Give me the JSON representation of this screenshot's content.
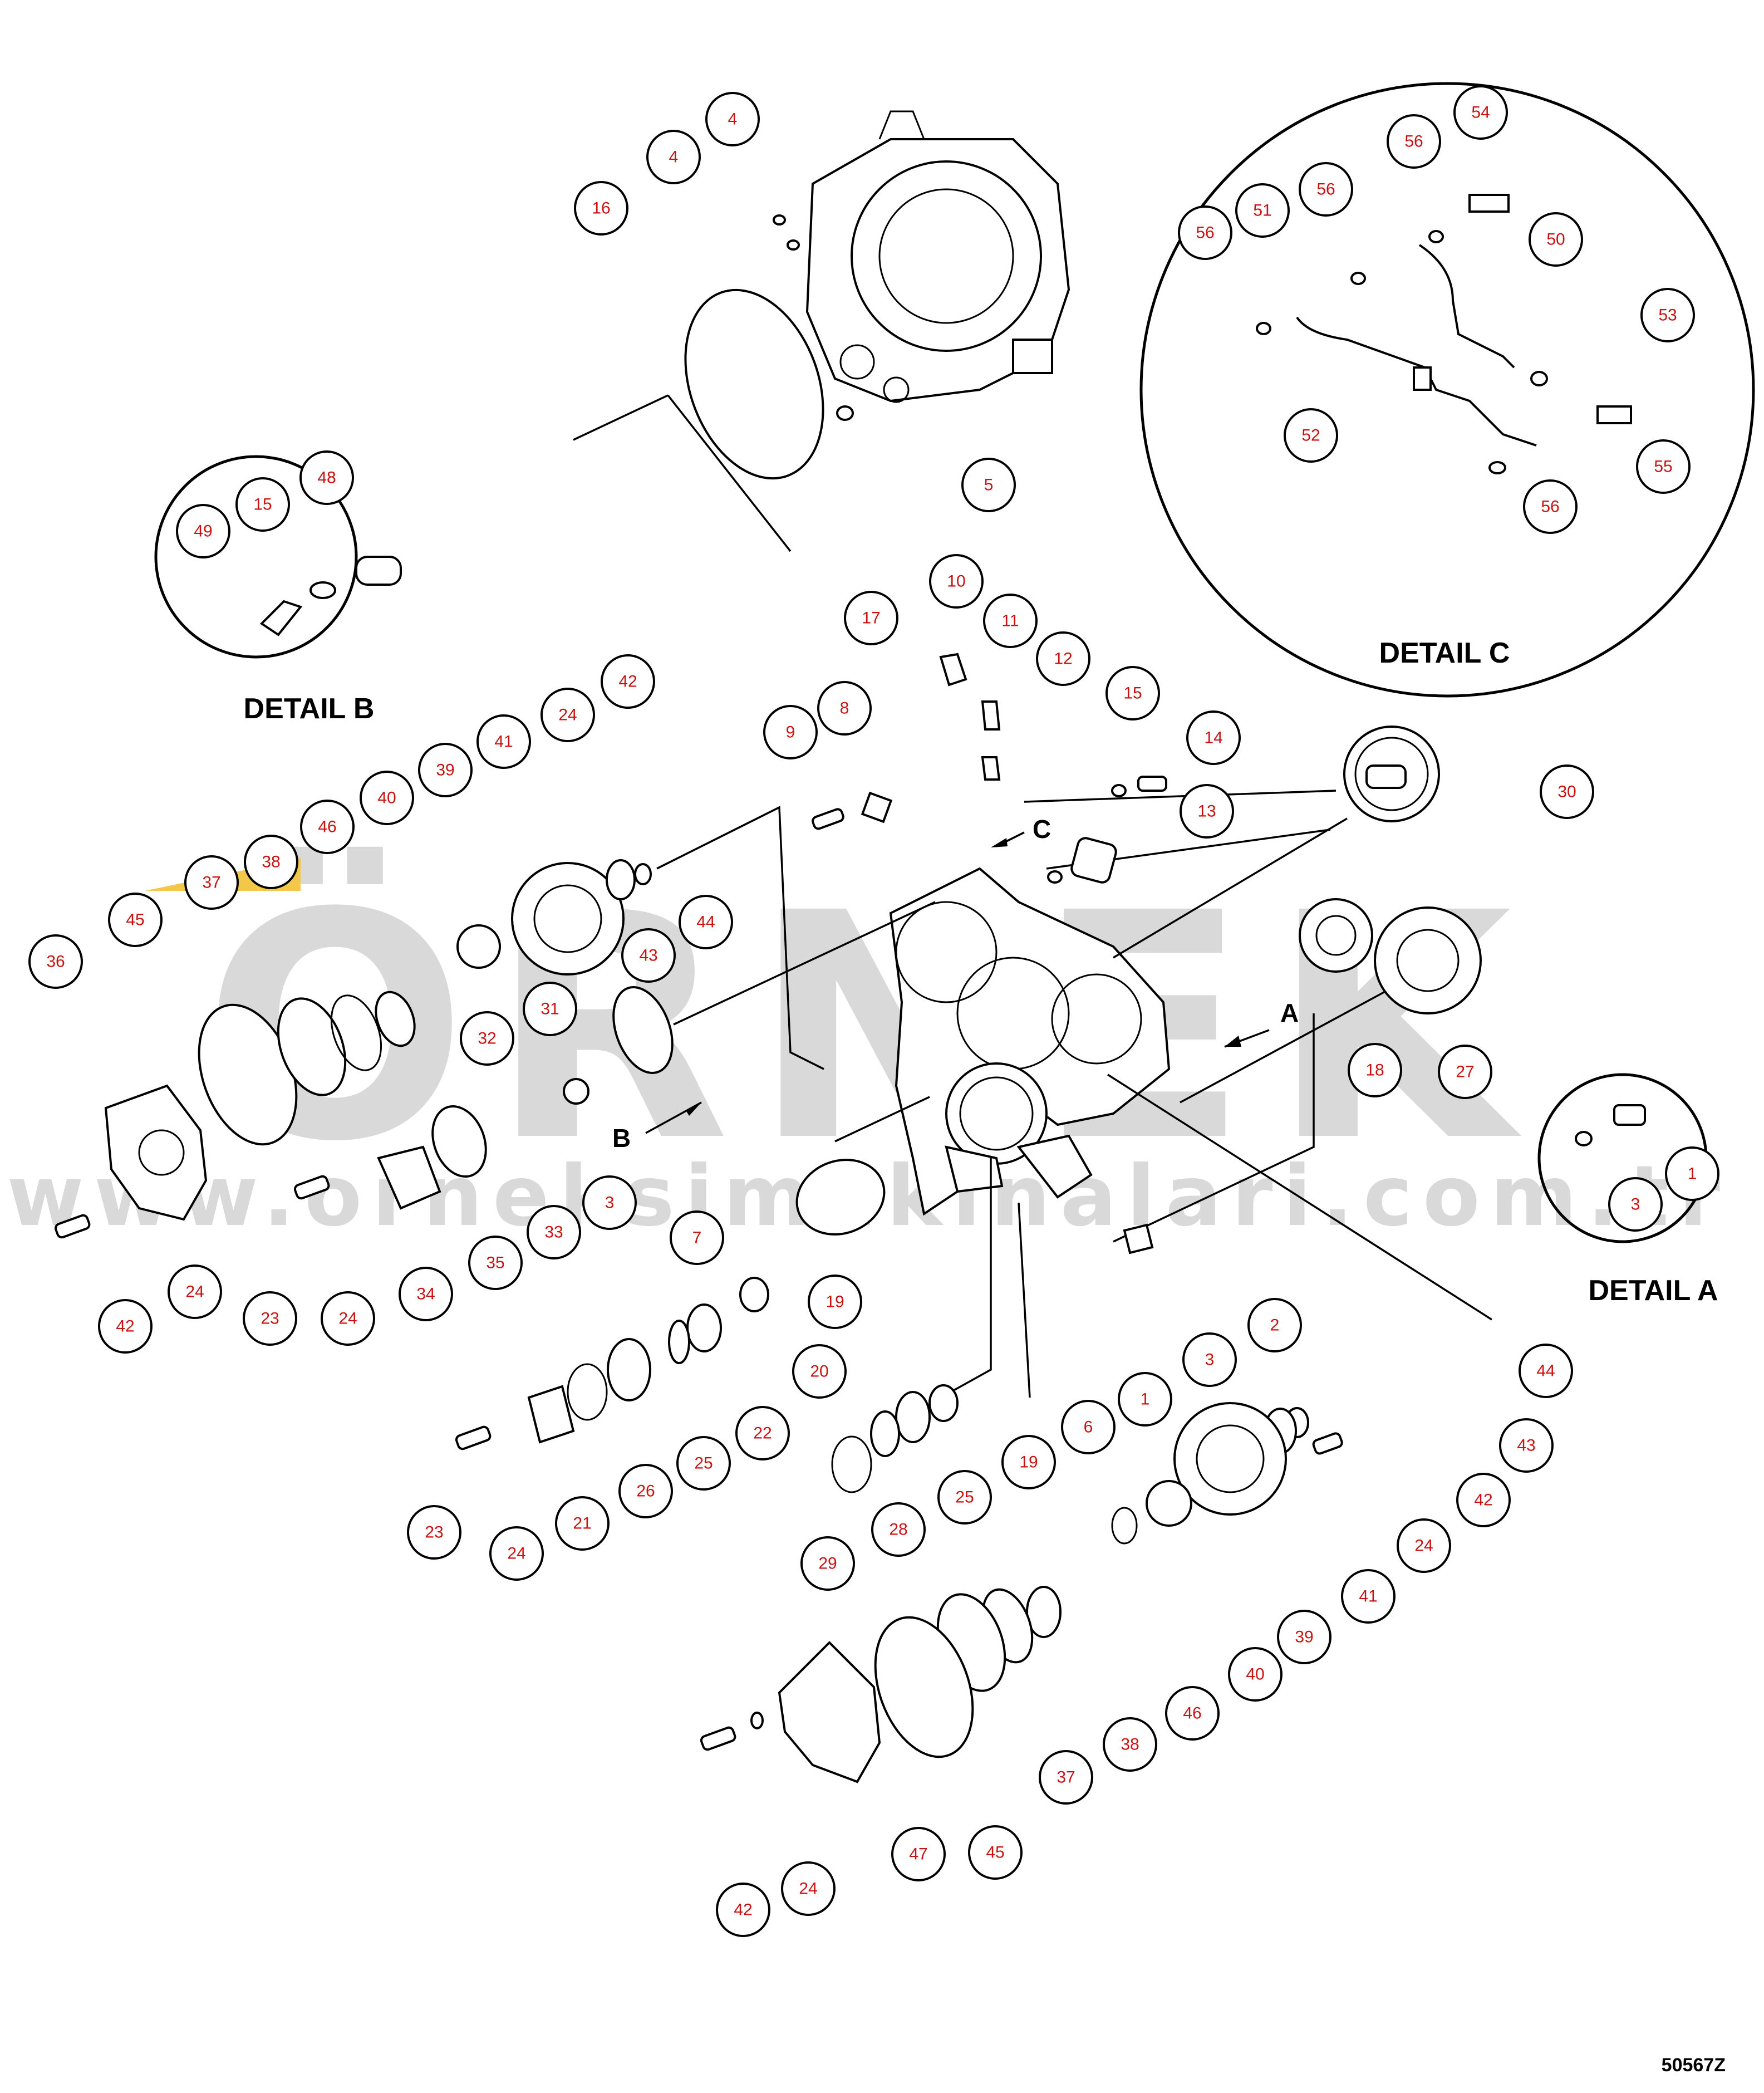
{
  "watermark": {
    "logo_text": "ÖRNEK",
    "url_text": "www.orneksimakinalari.com.tr",
    "color": "#d9d9d9",
    "accent": "#f3c84a"
  },
  "details": {
    "a": "DETAIL A",
    "b": "DETAIL B",
    "c": "DETAIL C"
  },
  "view_arrows": {
    "a": "A",
    "b": "B",
    "c": "C"
  },
  "drawing_number": "50567Z",
  "callouts": [
    {
      "n": "4"
    },
    {
      "n": "4"
    },
    {
      "n": "16"
    },
    {
      "n": "5"
    },
    {
      "n": "54"
    },
    {
      "n": "56"
    },
    {
      "n": "56"
    },
    {
      "n": "51"
    },
    {
      "n": "56"
    },
    {
      "n": "50"
    },
    {
      "n": "53"
    },
    {
      "n": "52"
    },
    {
      "n": "55"
    },
    {
      "n": "56"
    },
    {
      "n": "48"
    },
    {
      "n": "15"
    },
    {
      "n": "49"
    },
    {
      "n": "10"
    },
    {
      "n": "17"
    },
    {
      "n": "11"
    },
    {
      "n": "12"
    },
    {
      "n": "15"
    },
    {
      "n": "8"
    },
    {
      "n": "9"
    },
    {
      "n": "14"
    },
    {
      "n": "13"
    },
    {
      "n": "30"
    },
    {
      "n": "42"
    },
    {
      "n": "24"
    },
    {
      "n": "39"
    },
    {
      "n": "41"
    },
    {
      "n": "40"
    },
    {
      "n": "46"
    },
    {
      "n": "38"
    },
    {
      "n": "37"
    },
    {
      "n": "45"
    },
    {
      "n": "36"
    },
    {
      "n": "44"
    },
    {
      "n": "43"
    },
    {
      "n": "31"
    },
    {
      "n": "32"
    },
    {
      "n": "18"
    },
    {
      "n": "27"
    },
    {
      "n": "1"
    },
    {
      "n": "3"
    },
    {
      "n": "33"
    },
    {
      "n": "3"
    },
    {
      "n": "35"
    },
    {
      "n": "34"
    },
    {
      "n": "24"
    },
    {
      "n": "23"
    },
    {
      "n": "24"
    },
    {
      "n": "42"
    },
    {
      "n": "7"
    },
    {
      "n": "2"
    },
    {
      "n": "19"
    },
    {
      "n": "3"
    },
    {
      "n": "1"
    },
    {
      "n": "20"
    },
    {
      "n": "22"
    },
    {
      "n": "25"
    },
    {
      "n": "26"
    },
    {
      "n": "21"
    },
    {
      "n": "24"
    },
    {
      "n": "23"
    },
    {
      "n": "6"
    },
    {
      "n": "19"
    },
    {
      "n": "25"
    },
    {
      "n": "28"
    },
    {
      "n": "29"
    },
    {
      "n": "44"
    },
    {
      "n": "43"
    },
    {
      "n": "42"
    },
    {
      "n": "24"
    },
    {
      "n": "41"
    },
    {
      "n": "39"
    },
    {
      "n": "40"
    },
    {
      "n": "46"
    },
    {
      "n": "38"
    },
    {
      "n": "37"
    },
    {
      "n": "45"
    },
    {
      "n": "47"
    },
    {
      "n": "24"
    },
    {
      "n": "42"
    }
  ]
}
